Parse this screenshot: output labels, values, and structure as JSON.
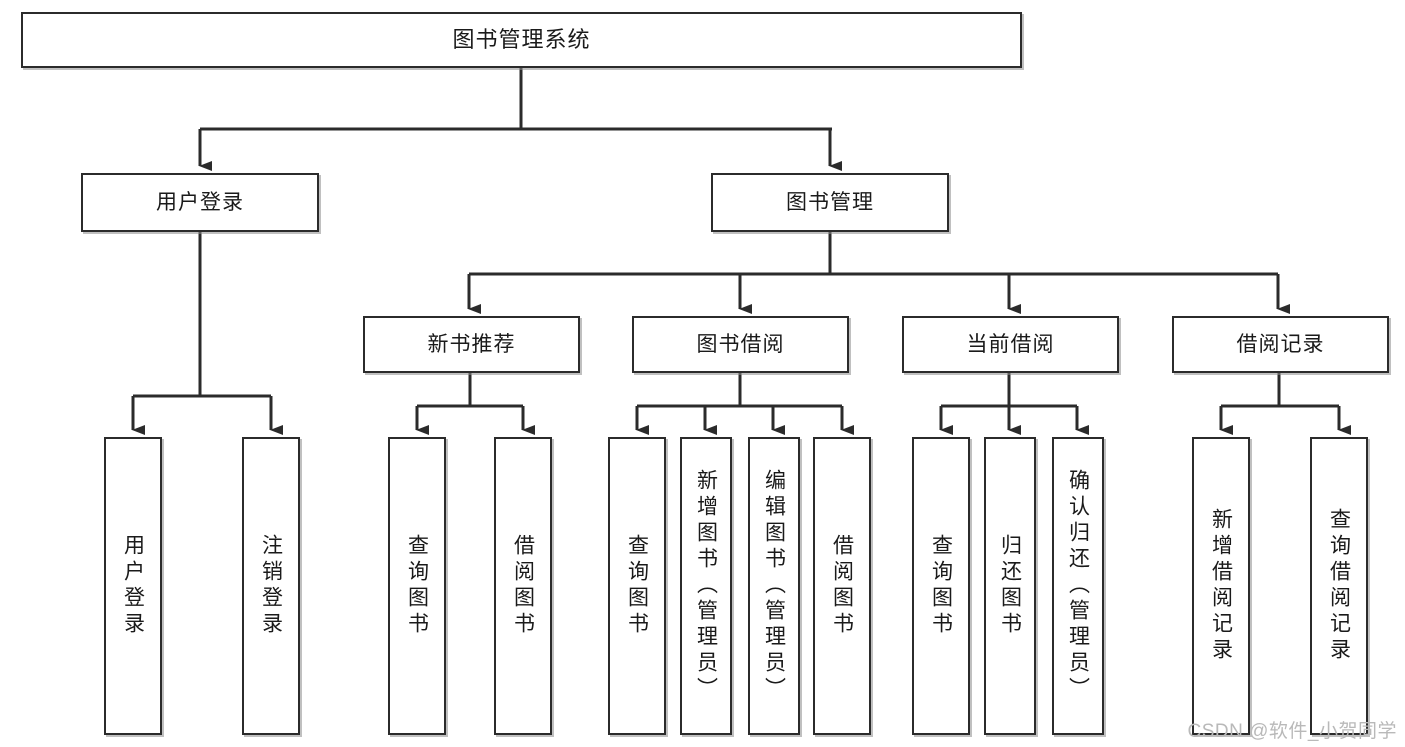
{
  "diagram": {
    "type": "tree",
    "title": "图书管理系统",
    "watermark": "CSDN @软件_小贺同学",
    "colors": {
      "box_border": "#2b2b2b",
      "box_fill": "#ffffff",
      "connector": "#2b2b2b",
      "text": "#1a1a1a",
      "watermark": "#b9b9b9"
    },
    "nodes": {
      "root": {
        "label": "图书管理系统"
      },
      "level2": [
        {
          "label": "用户登录"
        },
        {
          "label": "图书管理"
        }
      ],
      "level3": [
        {
          "label": "新书推荐"
        },
        {
          "label": "图书借阅"
        },
        {
          "label": "当前借阅"
        },
        {
          "label": "借阅记录"
        }
      ],
      "leaves": [
        {
          "label": "用户登录",
          "parent": "用户登录"
        },
        {
          "label": "注销登录",
          "parent": "用户登录"
        },
        {
          "label": "查询图书",
          "parent": "新书推荐"
        },
        {
          "label": "借阅图书",
          "parent": "新书推荐"
        },
        {
          "label": "查询图书",
          "parent": "图书借阅"
        },
        {
          "label": "新增图书（管理员）",
          "parent": "图书借阅"
        },
        {
          "label": "编辑图书（管理员）",
          "parent": "图书借阅"
        },
        {
          "label": "借阅图书",
          "parent": "图书借阅"
        },
        {
          "label": "查询图书",
          "parent": "当前借阅"
        },
        {
          "label": "归还图书",
          "parent": "当前借阅"
        },
        {
          "label": "确认归还（管理员）",
          "parent": "当前借阅"
        },
        {
          "label": "新增借阅记录",
          "parent": "借阅记录"
        },
        {
          "label": "查询借阅记录",
          "parent": "借阅记录"
        }
      ]
    }
  }
}
